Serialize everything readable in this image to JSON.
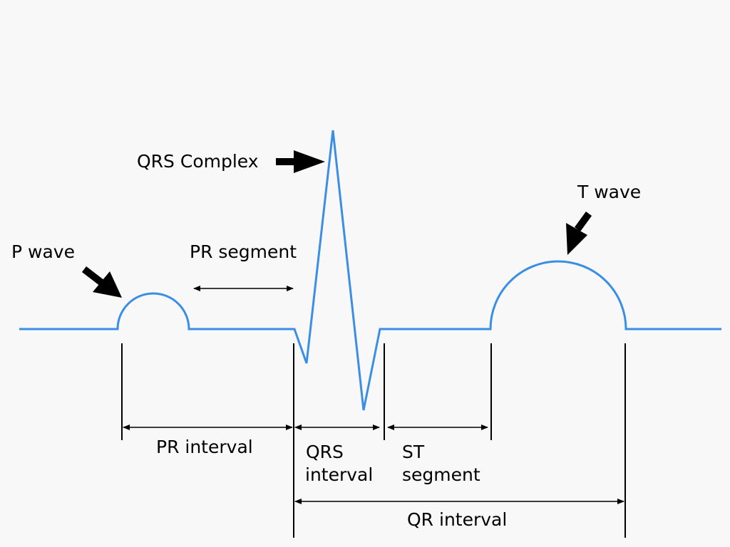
{
  "colors": {
    "background": "#f8f8f8",
    "trace": "#3a8ee6",
    "ink": "#000000"
  },
  "labels": {
    "qrs_complex": "QRS Complex",
    "p_wave": "P wave",
    "pr_segment": "PR segment",
    "t_wave": "T wave",
    "pr_interval": "PR interval",
    "qrs_interval_line1": "QRS",
    "qrs_interval_line2": "interval",
    "st_segment_line1": "ST",
    "st_segment_line2": "segment",
    "qr_interval": "QR interval"
  }
}
